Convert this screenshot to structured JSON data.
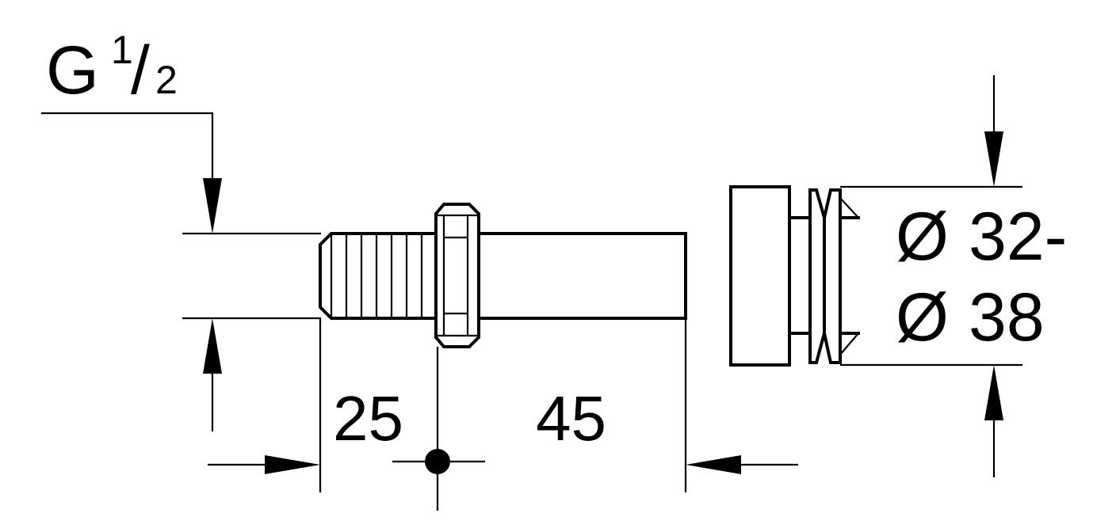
{
  "thread_label": {
    "letter": "G",
    "numerator": "1",
    "slash": "/",
    "denominator": "2"
  },
  "dimensions": {
    "left_length": "25",
    "right_length": "45"
  },
  "diameter_range": {
    "symbol": "Ø",
    "upper": "32-",
    "lower": "38"
  }
}
